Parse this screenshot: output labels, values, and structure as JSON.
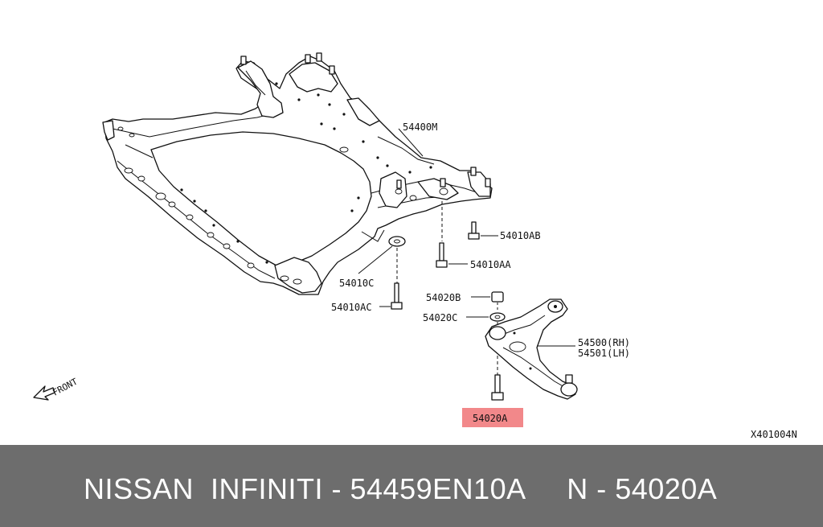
{
  "diagram": {
    "labels": {
      "frame": "54400M",
      "bolt_ab": "54010AB",
      "bolt_aa": "54010AA",
      "washer_c": "54010C",
      "bolt_ac": "54010AC",
      "nut_b": "54020B",
      "washer_2c": "54020C",
      "arm_rh": "54500(RH)",
      "arm_lh": "54501(LH)",
      "highlighted_bolt": "54020A",
      "front": "FRONT",
      "ref_code": "X401004N"
    },
    "colors": {
      "highlight": "#f2888a",
      "line": "#111111"
    }
  },
  "footer": {
    "text": "NISSAN  INFINITI - 54459EN10A     N - 54020A",
    "background": "#6d6d6d",
    "color": "#ffffff"
  }
}
